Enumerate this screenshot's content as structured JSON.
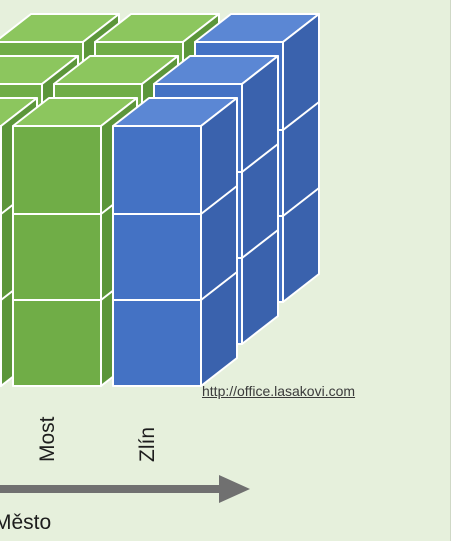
{
  "diagram": {
    "labels": {
      "most": "Most",
      "zlin": "Zlín",
      "axis": "Město"
    },
    "link": "http://office.lasakovi.com",
    "colors": {
      "background": "#e6f0dc",
      "green_front": "#70ad47",
      "green_top": "#8cc65e",
      "green_side": "#5c963a",
      "blue_front": "#4472c4",
      "blue_top": "#5b87d4",
      "blue_side": "#3a62ad",
      "cube_edge": "#ffffff",
      "arrow": "#707070"
    }
  }
}
